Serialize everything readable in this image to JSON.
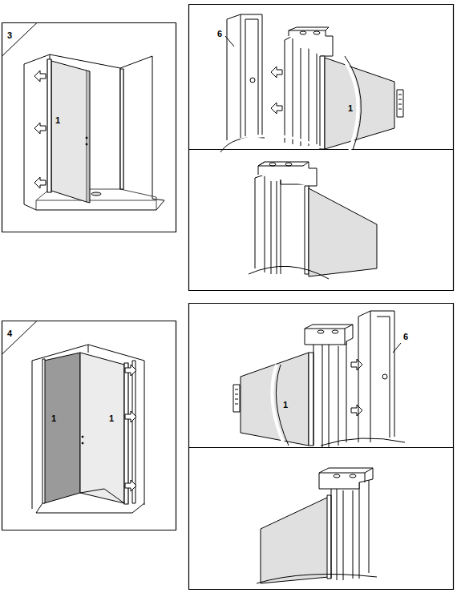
{
  "diagram": {
    "labels": [
      "3",
      "1",
      "6",
      "1",
      "4",
      "1",
      "1",
      "1",
      "6"
    ]
  }
}
